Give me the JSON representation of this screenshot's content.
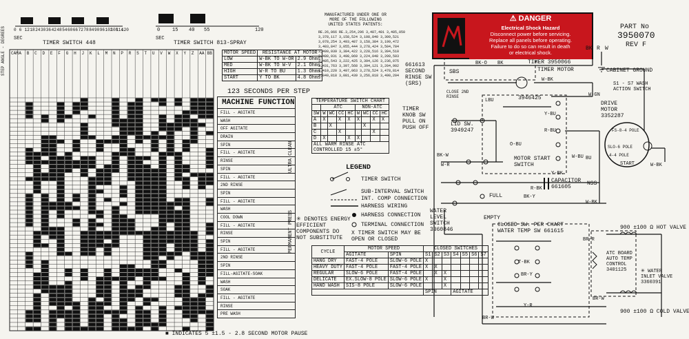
{
  "timer_top": {
    "scale_448": [
      "0",
      "6",
      "12",
      "18",
      "24",
      "30",
      "36",
      "42",
      "48",
      "54",
      "60",
      "66",
      "72",
      "78",
      "84",
      "90",
      "96",
      "102",
      "108",
      "114",
      "120"
    ],
    "scale_448_sec": "SEC",
    "timer_448_label": "TIMER SWITCH 448",
    "scale_spray": [
      "0",
      "15",
      "40",
      "55",
      "120"
    ],
    "scale_spray_sec": "SEC",
    "timer_spray_label": "TIMER SWITCH 813-SPRAY"
  },
  "left_panel": {
    "step_angle_label": "STEP ANGLE - DEGREES",
    "switch_headers": [
      "CAM",
      "A",
      "B",
      "C",
      "D",
      "E",
      "F",
      "G",
      "H",
      "J",
      "K",
      "L",
      "M",
      "N",
      "P",
      "R",
      "S",
      "T",
      "U",
      "V",
      "W",
      "X",
      "Y",
      "Z",
      "AA",
      "BB"
    ],
    "footer_note": "INDICATES 5 ±1.5 - 2.8 SECOND MOTOR PAUSE",
    "seconds_per_step": "123 SECONDS PER STEP"
  },
  "motor_table": {
    "headers": [
      "MOTOR SPEED",
      "RESISTANCE AT MOTOR"
    ],
    "rows": [
      [
        "LOW",
        "W-BK TO W-OR",
        "2.9 Ohms"
      ],
      [
        "MED",
        "W-BK TO W-V",
        "2.1 Ohms"
      ],
      [
        "HIGH",
        "W-R TO BU",
        "1.3 Ohms"
      ],
      [
        "START",
        "Y TO BK",
        "4.8 Ohms"
      ]
    ]
  },
  "machine_function": {
    "title": "MACHINE FUNCTION",
    "groups": [
      {
        "name": "ULTRA CLEAN",
        "rows": [
          "FILL - AGITATE",
          "WASH",
          "OFF AGITATE",
          "DRAIN",
          "SPIN",
          "FILL - AGITATE",
          "RINSE",
          "SPIN",
          "FILL - AGITATE",
          "2ND RINSE",
          "SPIN"
        ]
      },
      {
        "name": "PERMANENT PRESS",
        "rows": [
          "FILL - AGITATE",
          "WASH",
          "COOL DOWN",
          "FILL - AGITATE",
          "RINSE",
          "SPIN",
          "FILL - AGITATE",
          "2ND RINSE",
          "SPIN"
        ]
      },
      {
        "name": "",
        "rows": [
          "FILL-AGITATE-SOAK",
          "WASH",
          "SOAK",
          "FILL - AGITATE",
          "RINSE",
          "PRE WASH"
        ]
      }
    ]
  },
  "patents": {
    "title": "MANUFACTURED UNDER ONE OR MORE OF THE FOLLOWING UNITED STATES PATENTS:",
    "lines": [
      "RE.26,066 RE.3,254,296 3,487,481 3,485,050",
      "3,378,117 3,158,524 3,108,840 3,309,521",
      "3,078,254 3,493,487 3,158,384 3,199,472",
      "3,403,847 3,055,444 3,278,424 3,504,784",
      "3,499,939 3,384,422 3,228,516 3,394,510",
      "3,480,931 3,498,069 3,224,048 3,209,503",
      "3,485,543 3,222,425 3,394,126 3,236,075",
      "3,431,763 3,397,568 3,394,121 3,204,902",
      "3,410,220 3,497,063 3,278,524 3,478,814",
      "3,049,818 3,081,439 3,256,818 3,490,204"
    ]
  },
  "temp_chart": {
    "title": "TEMPERATURE SWITCH CHART",
    "group_headers": [
      "ATC",
      "NON-ATC"
    ],
    "col_headers": [
      "SW",
      "W",
      "WC",
      "CC",
      "HC",
      "W",
      "WC",
      "CC",
      "HC"
    ],
    "rows": [
      [
        "A",
        "X",
        "",
        "X",
        "X",
        "X",
        "",
        "X",
        "X"
      ],
      [
        "B",
        "",
        "X",
        "",
        "",
        "",
        "X",
        "",
        ""
      ],
      [
        "C",
        "",
        "",
        "X",
        "",
        "",
        "",
        "X",
        ""
      ],
      [
        "D",
        "X",
        "",
        "",
        "X",
        "X",
        "",
        "",
        ""
      ]
    ],
    "note": "ALL WARM RINSE ATC CONTROLLED 15 ±5°"
  },
  "legend": {
    "title": "LEGEND",
    "items": [
      "TIMER SWITCH",
      "SUB-INTERVAL SWITCH",
      "INT. COMP CONNECTION",
      "HARNESS WIRING",
      "HARNESS CONNECTION",
      "TERMINAL CONNECTION",
      "TIMER SWITCH MAY BE OPEN OR CLOSED"
    ],
    "energy_note": "DENOTES ENERGY EFFICIENT COMPONENTS DO NOT SUBSTITUTE"
  },
  "cycle_table": {
    "headers": [
      "CYCLE",
      "MOTOR SPEED",
      "",
      "CLOSED SWITCHES"
    ],
    "sub_headers": [
      "",
      "AGITATE",
      "SPIN",
      "S1",
      "S2",
      "S3",
      "S4",
      "S5",
      "S6",
      "S7"
    ],
    "rows": [
      [
        "HANG DRY",
        "FAST-4 POLE",
        "SLOW-6 POLE",
        "X",
        "",
        "",
        "",
        "",
        "",
        ""
      ],
      [
        "HEAVY DUTY",
        "FAST-4 POLE",
        "FAST-4 POLE",
        "X",
        "X",
        "",
        "",
        "",
        "",
        ""
      ],
      [
        "REGULAR",
        "SLOW-6 POLE",
        "FAST-4 POLE",
        "",
        "X",
        "X",
        "",
        "",
        "",
        ""
      ],
      [
        "DELICATE",
        "EX.SLOW-8 POLE",
        "SLOW-6 POLE",
        "X",
        "",
        "X",
        "",
        "",
        "",
        ""
      ],
      [
        "HAND WASH",
        "SIS-8 POLE",
        "SLOW-6 POLE",
        "",
        "",
        "X",
        "",
        "",
        "",
        ""
      ]
    ],
    "footer": [
      "SPIN",
      "AGITATE"
    ]
  },
  "danger": {
    "header": "DANGER",
    "lines": [
      "Electrical Shock Hazard",
      "Disconnect power before servicing.",
      "Replace all panels before operating.",
      "Failure to do so can result in death",
      "or electrical shock."
    ]
  },
  "part": {
    "label": "PART No",
    "number": "3950070",
    "rev": "REV F"
  },
  "schematic": {
    "power_labels": [
      "BK",
      "R",
      "W"
    ],
    "cabinet_ground": "CABINET GROUND",
    "timer_label": "TIMER 3950066",
    "timer_motor": "TIMER MOTOR",
    "second_rinse": "661613 SECOND RINSE SW (SRS)",
    "sbs": "SBS",
    "close_2nd_rinse": "CLOSE 2ND RINSE",
    "timer_knob": "TIMER KNOB SW PULL ON PUSH OFF",
    "lid_sw": "LID SW. 3949247",
    "motor_start": "MOTOR START SWITCH",
    "capacitor": "CAPACITOR 661605",
    "wash_action": "S1 - S7 WASH ACTION SWITCH",
    "drive_motor": "DRIVE MOTOR 3352287",
    "fast_pole": "FS-8-4 POLE",
    "slo_pole": "SLO-6 POLE",
    "pole4": "4-4 POLE",
    "start": "START",
    "full": "FULL",
    "empty": "EMPTY",
    "water_level": "WATER LEVEL SWITCH 3360846",
    "closed_sw": "CLOSED SW. PER CHART",
    "water_temp": "WATER TEMP SW 661615",
    "hot_valve": "900 ±100 Ω  HOT VALVE",
    "cold_valve": "900 ±100 Ω  COLD VALVE",
    "atc_board": "ATC BOARD AUTO TEMP CONTROL 3401125",
    "water_inlet": "WATER INLET VALVE 3360391",
    "nss": "NSS",
    "part_3946425": "3946425",
    "wire_labels": [
      "BK-O",
      "BK",
      "W-BK",
      "LBU",
      "Y-BU",
      "R-BU",
      "O-BU",
      "W-BK",
      "BK-W",
      "W-R",
      "Y-BK",
      "R-BK",
      "BK-Y",
      "BR-R",
      "BR-W",
      "Y-R",
      "BR-W",
      "BR-Y",
      "T-BK",
      "W-BU",
      "W-GN",
      "W-BK",
      "BU"
    ]
  }
}
